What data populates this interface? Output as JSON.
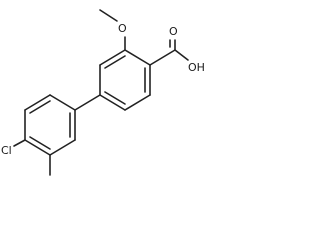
{
  "diagram": {
    "type": "skeletal-structure",
    "atom_labels": {
      "carboxyl_o_double": "O",
      "carboxyl_oh": "OH",
      "methoxy_o": "O",
      "chloro": "Cl"
    }
  }
}
